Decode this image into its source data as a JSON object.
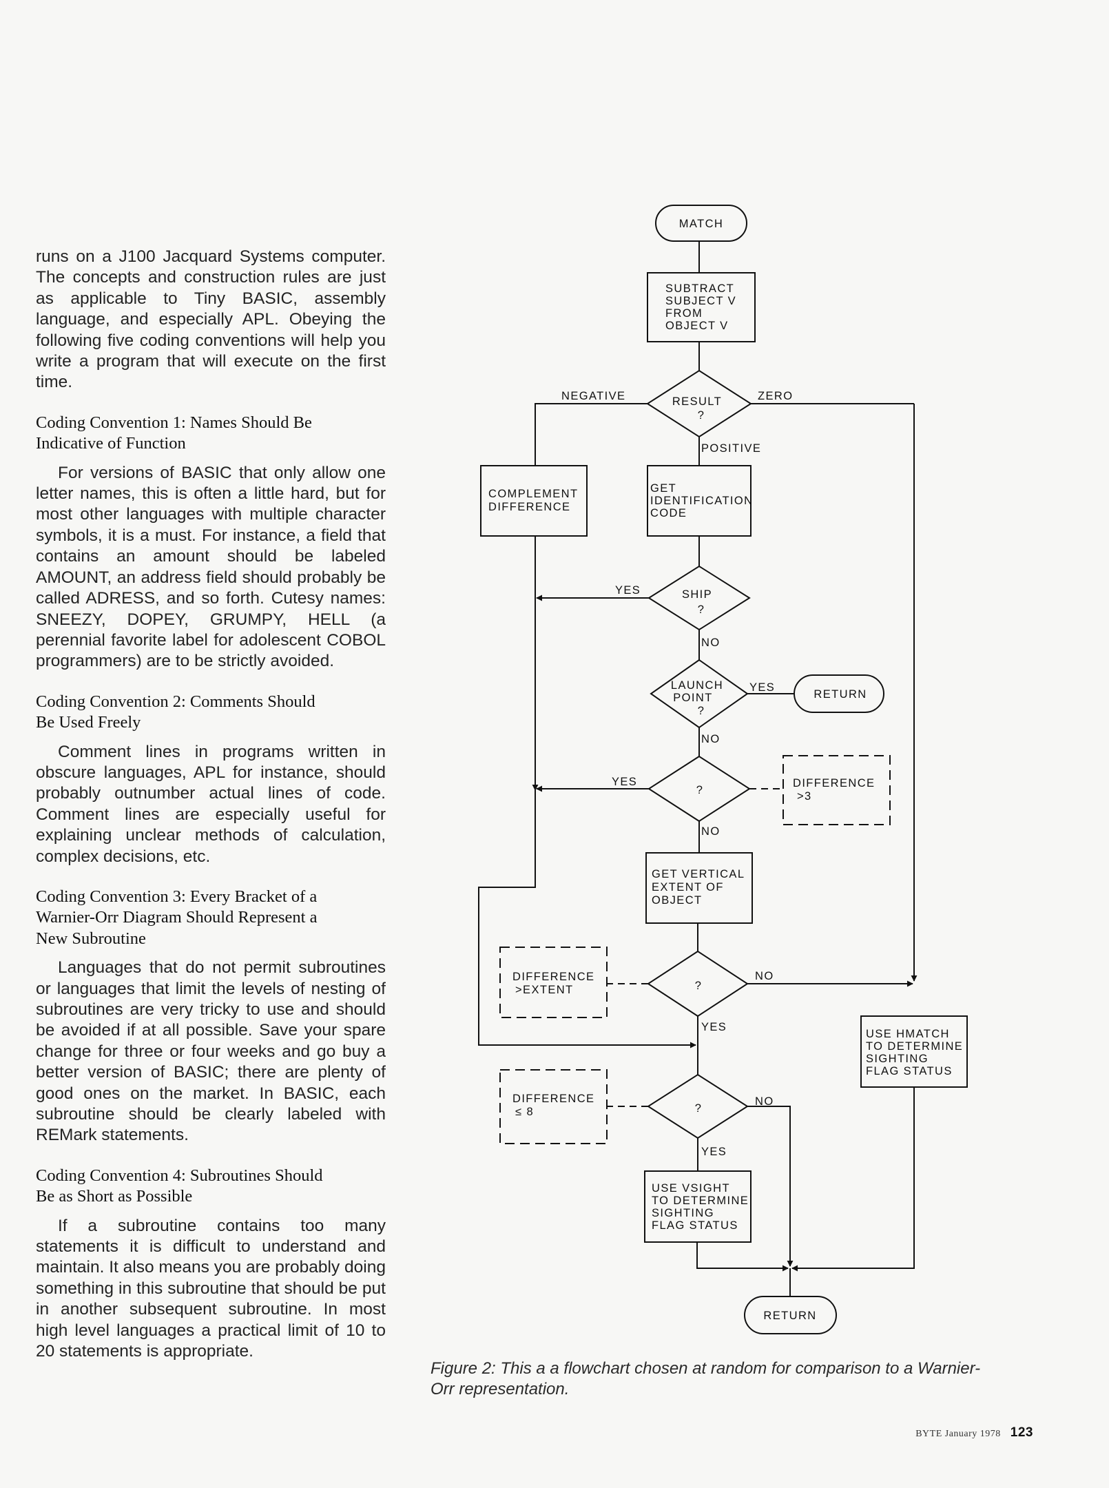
{
  "body_text": {
    "intro": "runs on a J100 Jacquard Systems computer. The concepts and construction rules are just as applicable to Tiny BASIC, assembly language, and especially APL. Obeying the following five coding conventions will help you write a program that will execute on the first time.",
    "c1_heading_line1": "Coding Convention 1: Names Should Be",
    "c1_heading_line2": "Indicative of Function",
    "c1_body": "For versions of BASIC that only allow one letter names, this is often a little hard, but for most other languages with multiple character symbols, it is a must. For instance, a field that contains an amount should be labeled AMOUNT, an address field should probably be called ADRESS, and so forth. Cutesy names: SNEEZY, DOPEY, GRUMPY, HELL (a perennial favorite label for adolescent COBOL programmers) are to be strictly avoided.",
    "c2_heading_line1": "Coding Convention 2: Comments Should",
    "c2_heading_line2": "Be Used Freely",
    "c2_body": "Comment lines in programs written in obscure languages, APL for instance, should probably outnumber actual lines of code. Comment lines are especially useful for explaining unclear methods of calculation, complex decisions, etc.",
    "c3_heading_line1": "Coding Convention 3: Every Bracket of a",
    "c3_heading_line2": "Warnier-Orr Diagram Should Represent a",
    "c3_heading_line3": "New Subroutine",
    "c3_body": "Languages that do not permit subroutines or languages that limit the levels of nesting of subroutines are very tricky to use and should be avoided if at all possible. Save your spare change for three or four weeks and go buy a better version of BASIC; there are plenty of good ones on the market. In BASIC, each subroutine should be clearly labeled with REMark statements.",
    "c4_heading_line1": "Coding Convention 4: Subroutines Should",
    "c4_heading_line2": "Be as Short as Possible",
    "c4_body": "If a subroutine contains too many statements it is difficult to understand and maintain. It also means you are probably doing something in this subroutine that should be put in another subsequent subroutine. In most high level languages a practical limit of 10 to 20 statements is appropriate."
  },
  "flowchart": {
    "start": "MATCH",
    "subtract": [
      "SUBTRACT",
      "SUBJECT V",
      "FROM",
      "OBJECT V"
    ],
    "result_decision": [
      "RESULT",
      "?"
    ],
    "label_negative": "NEGATIVE",
    "label_zero": "ZERO",
    "label_positive": "POSITIVE",
    "complement": [
      "COMPLEMENT",
      "DIFFERENCE"
    ],
    "get_id": [
      "GET",
      "IDENTIFICATION",
      "CODE"
    ],
    "ship_decision": [
      "SHIP",
      "?"
    ],
    "label_ship_yes": "YES",
    "label_ship_no": "NO",
    "launch_decision": [
      "LAUNCH",
      "POINT",
      "?"
    ],
    "label_launch_yes": "YES",
    "return_mid": "RETURN",
    "label_launch_no": "NO",
    "diff3_decision": "?",
    "label_diff3_yes": "YES",
    "label_diff3_no": "NO",
    "diff3_note": [
      "DIFFERENCE",
      ">3"
    ],
    "get_vertical": [
      "GET VERTICAL",
      "EXTENT OF",
      "OBJECT"
    ],
    "extent_decision": "?",
    "label_extent_no": "NO",
    "label_extent_yes": "YES",
    "extent_note": [
      "DIFFERENCE",
      ">EXTENT"
    ],
    "hmatch": [
      "USE HMATCH",
      "TO DETERMINE",
      "SIGHTING",
      "FLAG STATUS"
    ],
    "le8_decision": "?",
    "label_le8_no": "NO",
    "label_le8_yes": "YES",
    "le8_note": [
      "DIFFERENCE",
      "≤ 8"
    ],
    "vsight": [
      "USE VSIGHT",
      "TO DETERMINE",
      "SIGHTING",
      "FLAG STATUS"
    ],
    "return_end": "RETURN"
  },
  "caption": {
    "line1": "Figure 2: This a a flowchart chosen at random for comparison to a Warnier-",
    "line2": "Orr representation."
  },
  "footer": {
    "publication": "BYTE January 1978",
    "page_number": "123"
  }
}
